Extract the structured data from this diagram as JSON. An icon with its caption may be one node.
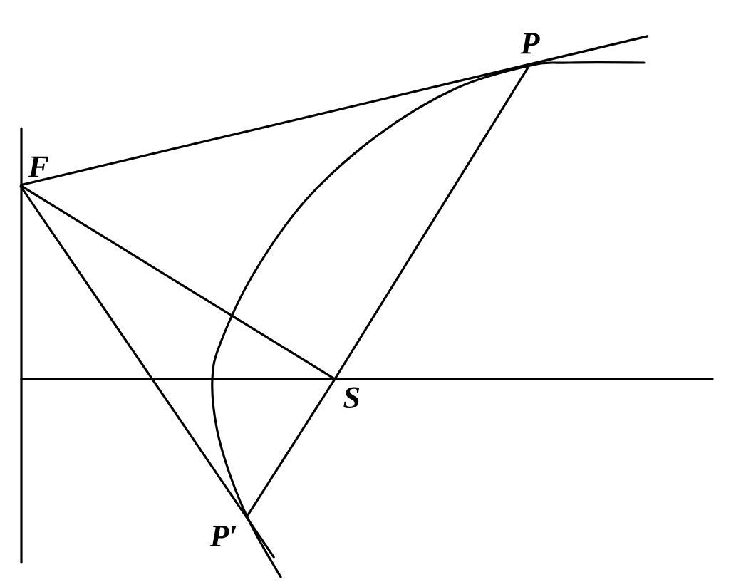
{
  "diagram": {
    "nodes": [
      {
        "text": [
          "F"
        ]
      },
      {
        "text": [
          "P"
        ]
      },
      {
        "text": [
          "S"
        ]
      },
      {
        "text": [
          "P′"
        ]
      }
    ],
    "edges": [
      {
        "from": 0,
        "to": 1,
        "arrow": "none"
      },
      {
        "from": 0,
        "to": 2,
        "arrow": "none"
      },
      {
        "from": 0,
        "to": 3,
        "arrow": "none"
      },
      {
        "from": 1,
        "to": 2,
        "arrow": "none"
      },
      {
        "from": 2,
        "to": 3,
        "arrow": "none"
      }
    ]
  }
}
